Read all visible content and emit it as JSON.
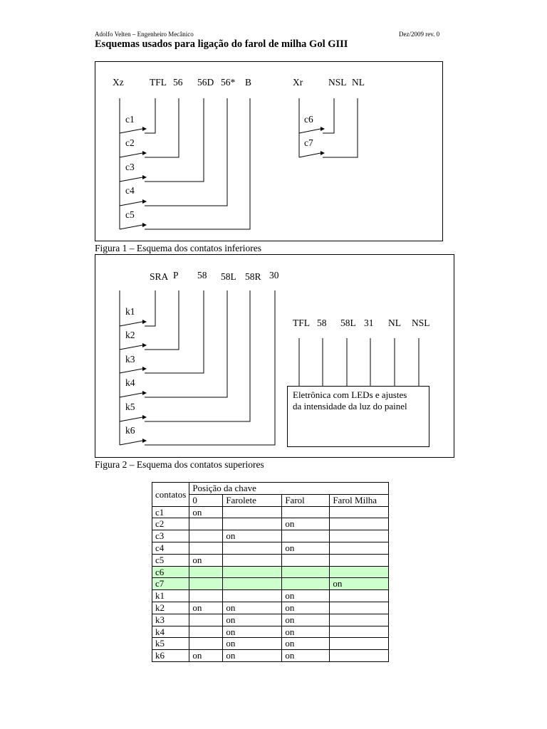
{
  "header": {
    "author": "Adolfo Velten – Engenheiro Mecânico",
    "date": "Dez/2009 rev. 0",
    "title": "Esquemas usados para ligação do farol de milha Gol GIII"
  },
  "figure1": {
    "caption": "Figura 1 – Esquema dos contatos inferiores",
    "top_labels_left": [
      "Xz",
      "TFL",
      "56",
      "56D",
      "56*",
      "B"
    ],
    "top_labels_right": [
      "Xr",
      "NSL",
      "NL"
    ],
    "contacts_left": [
      "c1",
      "c2",
      "c3",
      "c4",
      "c5"
    ],
    "contacts_right": [
      "c6",
      "c7"
    ]
  },
  "figure2": {
    "caption": "Figura 2 – Esquema dos contatos superiores",
    "top_labels": [
      "SRA",
      "P",
      "58",
      "58L",
      "58R",
      "30"
    ],
    "contacts": [
      "k1",
      "k2",
      "k3",
      "k4",
      "k5",
      "k6"
    ],
    "pin_labels": [
      "TFL",
      "58",
      "58L",
      "31",
      "NL",
      "NSL"
    ],
    "electronics_text": [
      "Eletrônica com LEDs e ajustes",
      "da intensidade da luz do painel"
    ]
  },
  "table": {
    "contacts_header": "contatos",
    "group_header": "Posição da chave",
    "columns": [
      "0",
      "Farolete",
      "Farol",
      "Farol Milha"
    ],
    "rows": [
      {
        "name": "c1",
        "cells": [
          "on",
          "",
          "",
          ""
        ]
      },
      {
        "name": "c2",
        "cells": [
          "",
          "",
          "on",
          ""
        ]
      },
      {
        "name": "c3",
        "cells": [
          "",
          "on",
          "",
          ""
        ]
      },
      {
        "name": "c4",
        "cells": [
          "",
          "",
          "on",
          ""
        ]
      },
      {
        "name": "c5",
        "cells": [
          "on",
          "",
          "",
          ""
        ]
      },
      {
        "name": "c6",
        "cells": [
          "",
          "",
          "",
          ""
        ],
        "highlight": true
      },
      {
        "name": "c7",
        "cells": [
          "",
          "",
          "",
          "on"
        ],
        "highlight": true
      },
      {
        "name": "k1",
        "cells": [
          "",
          "",
          "on",
          ""
        ]
      },
      {
        "name": "k2",
        "cells": [
          "on",
          "on",
          "on",
          ""
        ]
      },
      {
        "name": "k3",
        "cells": [
          "",
          "on",
          "on",
          ""
        ]
      },
      {
        "name": "k4",
        "cells": [
          "",
          "on",
          "on",
          ""
        ]
      },
      {
        "name": "k5",
        "cells": [
          "",
          "on",
          "on",
          ""
        ]
      },
      {
        "name": "k6",
        "cells": [
          "on",
          "on",
          "on",
          ""
        ]
      }
    ],
    "highlight_color": "#ccffcc"
  }
}
